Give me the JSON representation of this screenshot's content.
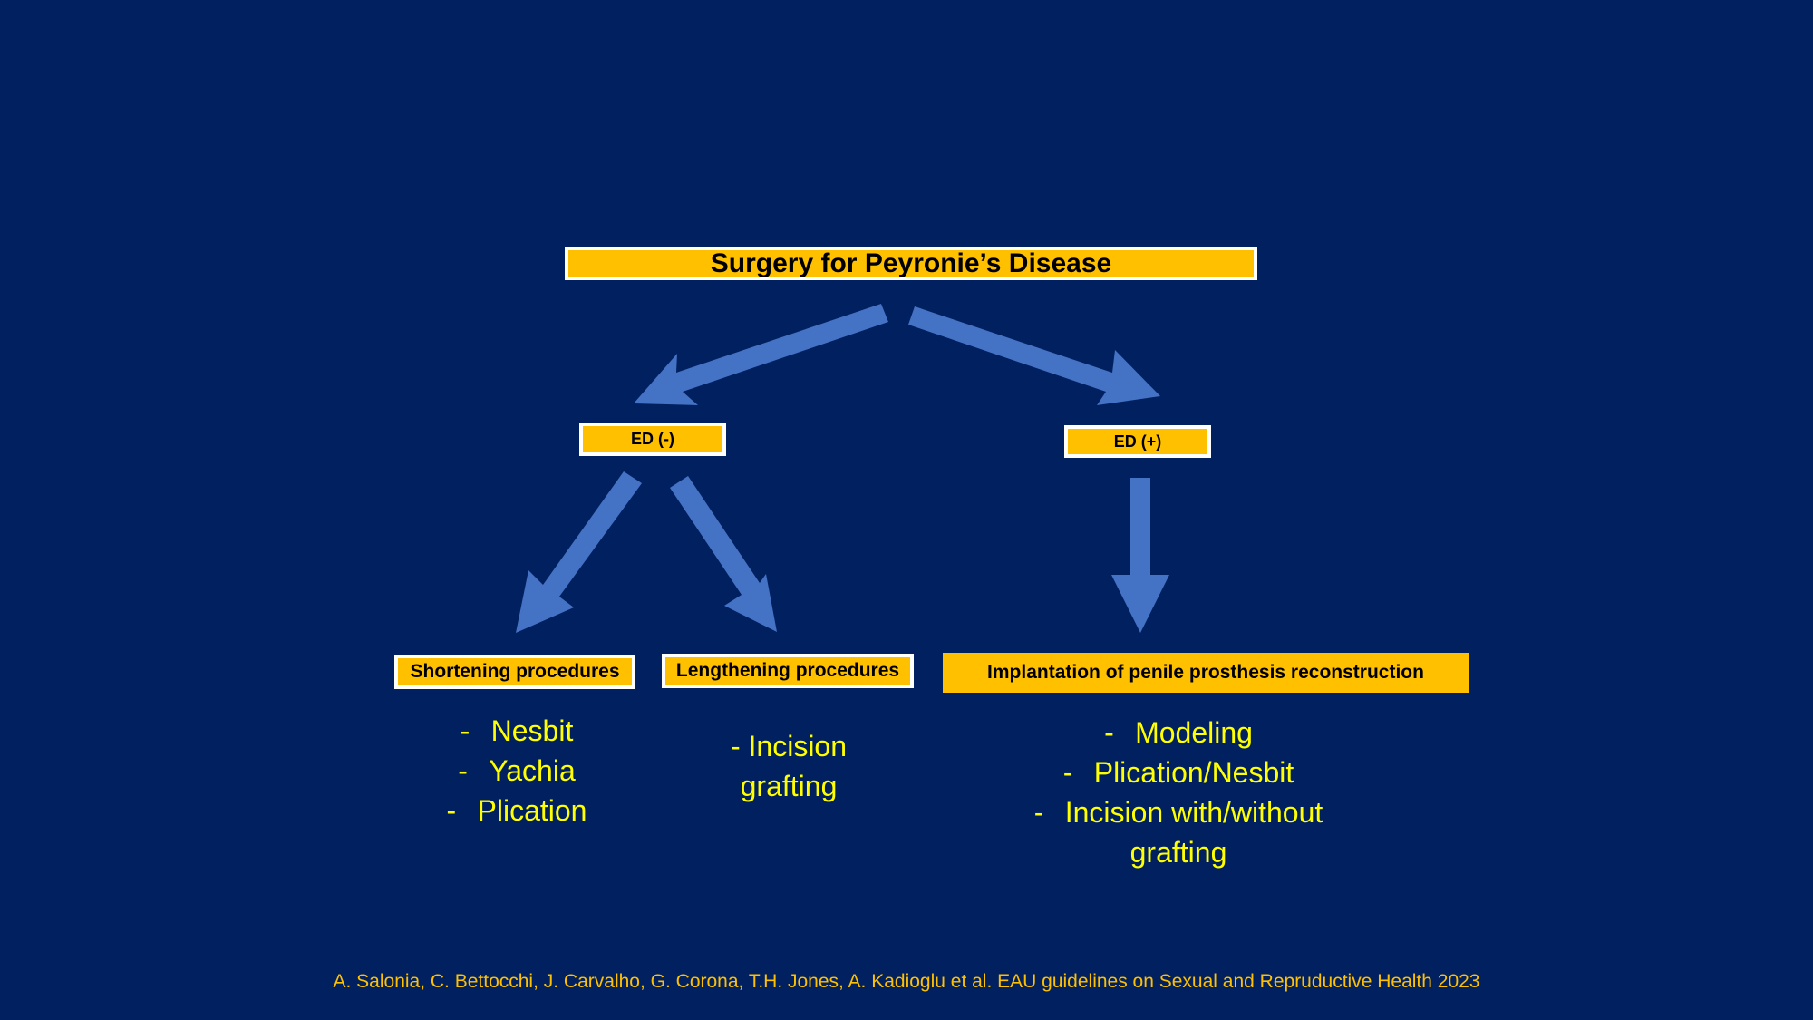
{
  "title": "Surgery for Peyronie’s Disease",
  "branches": {
    "ed_negative": "ED (-)",
    "ed_positive": "ED (+)"
  },
  "procedures": {
    "shortening": {
      "label": "Shortening procedures",
      "items": [
        "Nesbit",
        "Yachia",
        "Plication"
      ]
    },
    "lengthening": {
      "label": "Lengthening procedures",
      "items": [
        "- Incision",
        "grafting"
      ]
    },
    "implantation": {
      "label": "Implantation of penile prosthesis  reconstruction",
      "items": [
        "Modeling",
        "Plication/Nesbit",
        "Incision with/without",
        "grafting"
      ]
    }
  },
  "citation": "A. Salonia, C. Bettocchi, J. Carvalho, G. Corona, T.H. Jones, A. Kadioglu et al. EAU guidelines on Sexual and Repruductive Health 2023",
  "colors": {
    "background": "#002060",
    "box_fill": "#ffc000",
    "arrow": "#4472c4",
    "list_text": "#ffff00"
  }
}
